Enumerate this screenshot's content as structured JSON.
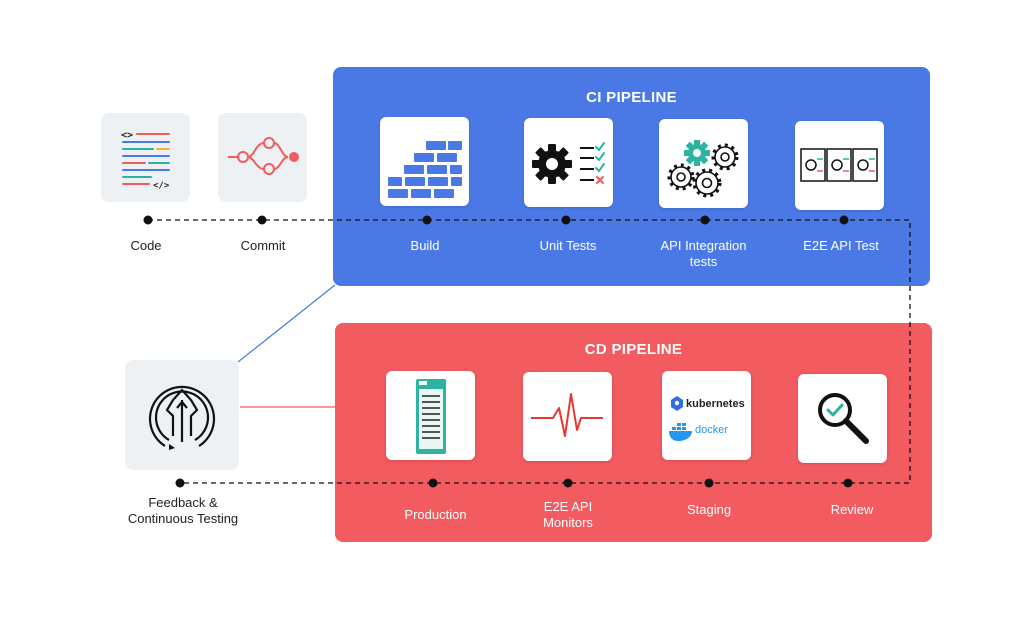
{
  "ci_pipeline": {
    "title": "CI PIPELINE",
    "stages": [
      {
        "label": "Build",
        "icon": "bricks-icon"
      },
      {
        "label": "Unit Tests",
        "icon": "gear-checklist-icon"
      },
      {
        "label": "API Integration tests",
        "label_line1": "API Integration",
        "label_line2": "tests",
        "icon": "gears-icon"
      },
      {
        "label": "E2E API Test",
        "icon": "e2e-flow-icon"
      }
    ]
  },
  "cd_pipeline": {
    "title": "CD PIPELINE",
    "stages": [
      {
        "label": "Production",
        "icon": "server-rack-icon"
      },
      {
        "label": "E2E API Monitors",
        "label_line1": "E2E API",
        "label_line2": "Monitors",
        "icon": "heartbeat-icon"
      },
      {
        "label": "Staging",
        "icon": "kubernetes-docker-icon",
        "logo_text_1": "kubernetes",
        "logo_text_2": "docker"
      },
      {
        "label": "Review",
        "icon": "magnifier-check-icon"
      }
    ]
  },
  "source": [
    {
      "label": "Code",
      "icon": "code-file-icon"
    },
    {
      "label": "Commit",
      "icon": "git-commit-icon"
    }
  ],
  "feedback": {
    "label_line1": "Feedback &",
    "label_line2": "Continuous Testing",
    "icon": "feedback-loop-icon"
  },
  "colors": {
    "ci": "#4a79e6",
    "cd": "#f25b5f",
    "card_gray": "#eef1f4"
  }
}
